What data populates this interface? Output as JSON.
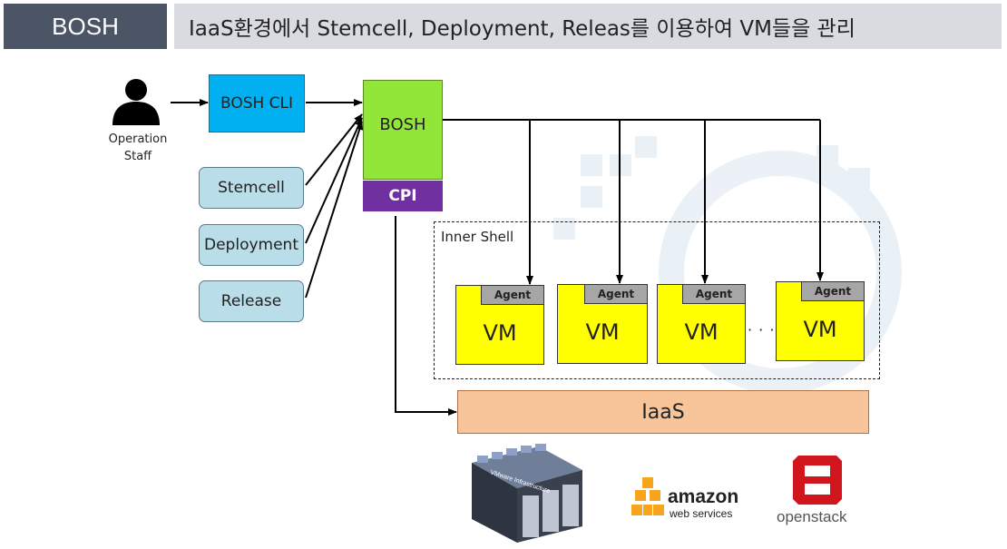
{
  "header": {
    "left_title": "BOSH",
    "right_title": "IaaS환경에서 Stemcell, Deployment, Releas를 이용하여 VM들을 관리"
  },
  "operator": {
    "line1": "Operation",
    "line2": "Staff"
  },
  "cli": {
    "label": "BOSH CLI"
  },
  "bosh": {
    "label": "BOSH"
  },
  "cpi": {
    "label": "CPI"
  },
  "inputs": {
    "stemcell": "Stemcell",
    "deployment": "Deployment",
    "release": "Release"
  },
  "shell": {
    "label": "Inner Shell"
  },
  "vms": [
    {
      "agent": "Agent",
      "label": "VM"
    },
    {
      "agent": "Agent",
      "label": "VM"
    },
    {
      "agent": "Agent",
      "label": "VM"
    },
    {
      "agent": "Agent",
      "label": "VM"
    }
  ],
  "ellipsis": "· · ·",
  "iaas": {
    "label": "IaaS"
  },
  "providers": {
    "vmware_label": "VMware Infrastructure",
    "amazon_line1": "amazon",
    "amazon_line2": "web services",
    "openstack": "openstack"
  },
  "colors": {
    "header_dark": "#4b5565",
    "header_light": "#d9dbe0",
    "cli": "#00b0f0",
    "bosh": "#92e63a",
    "cpi": "#7030a0",
    "vm": "#ffff00",
    "agent": "#a6a6a6",
    "iaas": "#f8c49a",
    "input": "#b9dde9"
  }
}
